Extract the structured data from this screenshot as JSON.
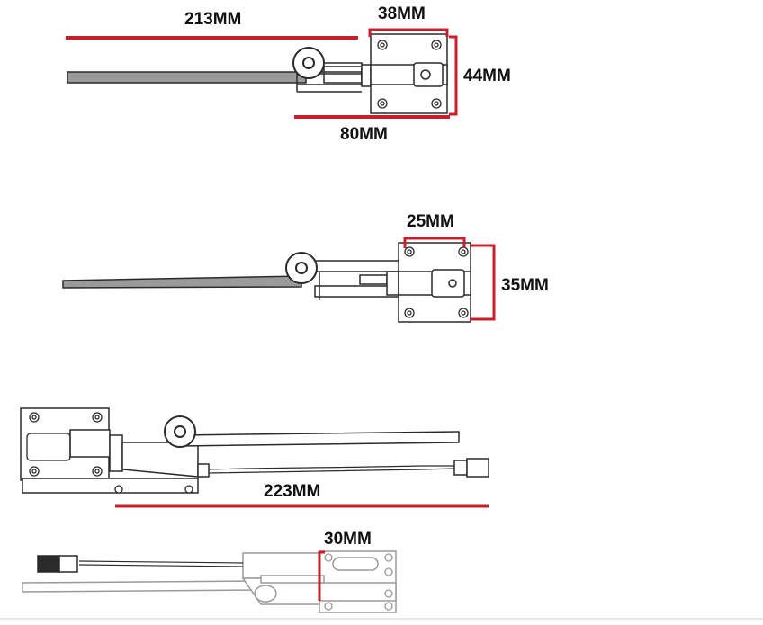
{
  "colors": {
    "dimension_line": "#c8202a",
    "outline": "#2a2a2a",
    "rod_fill": "#9a9a9a",
    "faded_outline": "#9a9a9a",
    "label": "#111111"
  },
  "views": [
    {
      "id": "view-1-top",
      "dimensions": [
        "213MM",
        "38MM",
        "44MM",
        "80MM"
      ]
    },
    {
      "id": "view-2-top",
      "dimensions": [
        "25MM",
        "35MM"
      ]
    },
    {
      "id": "view-3-side",
      "dimensions": [
        "223MM"
      ]
    },
    {
      "id": "view-4-side",
      "dimensions": [
        "30MM"
      ]
    }
  ]
}
